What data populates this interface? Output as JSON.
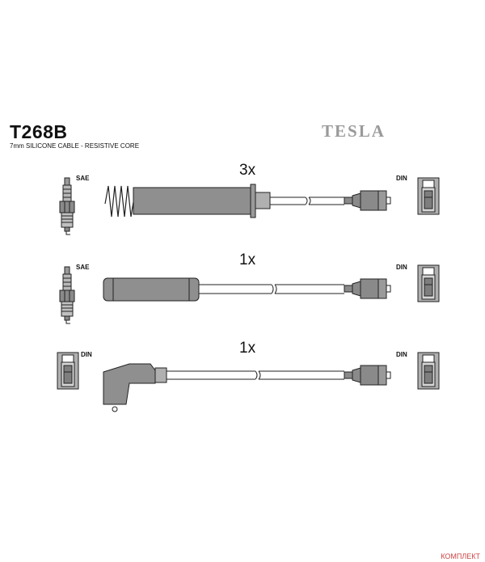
{
  "header": {
    "part_code": "T268B",
    "description": "7mm SILICONE CABLE - RESISTIVE CORE",
    "brand": "TESLA"
  },
  "cables": [
    {
      "quantity": "3x",
      "left_label": "SAE",
      "right_label": "DIN"
    },
    {
      "quantity": "1x",
      "left_label": "SAE",
      "right_label": "DIN"
    },
    {
      "quantity": "1x",
      "left_label": "DIN",
      "right_label": "DIN"
    }
  ],
  "footer": {
    "watermark": "КОМПЛЕКТ"
  }
}
